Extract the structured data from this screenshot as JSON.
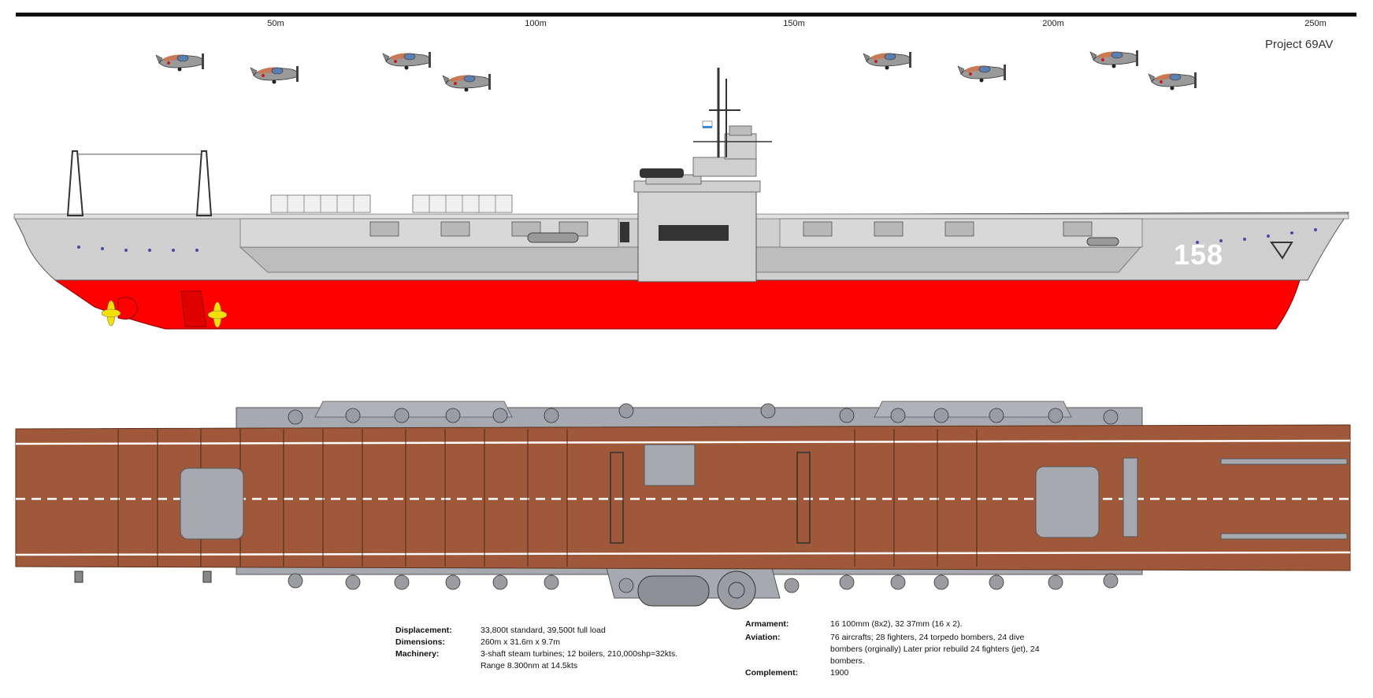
{
  "scale": {
    "labels": [
      "50m",
      "100m",
      "150m",
      "200m",
      "250m"
    ]
  },
  "title": "Project 69AV",
  "hull_number": "158",
  "colors": {
    "hull_gray": "#c8c8c8",
    "hull_red": "#ff0000",
    "deck_wood": "#a0583a",
    "propeller": "#f2e000"
  },
  "specs": {
    "left": [
      {
        "label": "Displacement:",
        "value": "33,800t standard, 39,500t full load"
      },
      {
        "label": "Dimensions:",
        "value": "260m x 31.6m x 9.7m"
      },
      {
        "label": "Machinery:",
        "value": "3-shaft steam turbines; 12 boilers, 210,000shp=32kts. Range 8.300nm at 14.5kts"
      }
    ],
    "right": [
      {
        "label": "Armament:",
        "value": "16 100mm (8x2), 32 37mm (16 x 2)."
      },
      {
        "label": "Aviation:",
        "value": "76 aircrafts; 28 fighters, 24 torpedo bombers, 24 dive bombers (orginally) Later prior rebuild 24 fighters (jet), 24 bombers."
      },
      {
        "label": "Complement:",
        "value": "1900"
      }
    ]
  }
}
